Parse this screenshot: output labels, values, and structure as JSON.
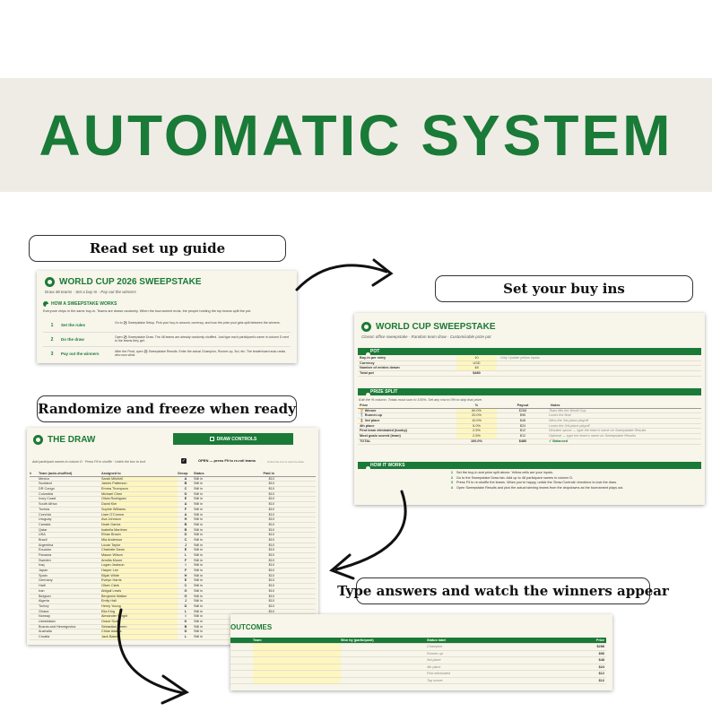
{
  "banner": {
    "title": "AUTOMATIC SYSTEM"
  },
  "labels": {
    "guide": "Read set up guide",
    "buyins": "Set your buy ins",
    "randomize": "Randomize and freeze when ready",
    "answers": "Type answers and watch the winners appear"
  },
  "guide": {
    "title": "WORLD CUP 2026 SWEEPSTAKE",
    "subtitle": "Draw 48 teams · Set a buy-in · Pay out the winners",
    "section": "HOW A SWEEPSTAKE WORKS",
    "intro": "Everyone chips in the same buy-in. Teams are drawn randomly. When the tournament ends, the people holding the top teams split the pot.",
    "steps": [
      {
        "n": "1",
        "t": "Set the rules",
        "d": "Go to ⚽ Sweepstake Setup. Pick your buy-in amount, currency, and how the prize pool gets split between the winners."
      },
      {
        "n": "2",
        "t": "Do the draw",
        "d": "Open ⚽ Sweepstake Draw. The 48 teams are already randomly shuffled. Just type each participant's name in column D next to the teams they get."
      },
      {
        "n": "3",
        "t": "Pay out the winners",
        "d": "After the Final, open ⚽ Sweepstake Results. Enter the actual Champion, Runner-up, 3rd, etc. The leaderboard auto-ranks who won what."
      }
    ]
  },
  "setup": {
    "title": "WORLD CUP SWEEPSTAKE",
    "subtitle": "Classic office sweepstake · Random team draw · Customisable prize pot",
    "pot_header": "POT",
    "pot_rows": [
      {
        "k": "Buy-in per entry",
        "v": "10",
        "note": "Only Update yellow inputs"
      },
      {
        "k": "Currency",
        "v": "USD",
        "note": ""
      },
      {
        "k": "Number of entries drawn",
        "v": "48",
        "note": ""
      },
      {
        "k": "Total pot",
        "v": "$480",
        "note": ""
      }
    ],
    "prize_header": "PRIZE SPLIT",
    "prize_intro": "Edit the % column. Totals must sum to 100%. Set any row to 0% to skip that prize.",
    "prize_cols": [
      "Prize",
      "%",
      "Payout",
      "Notes"
    ],
    "prizes": [
      {
        "p": "🏆 Winner",
        "pct": "60.0%",
        "pay": "$288",
        "n": "Team lifts the World Cup"
      },
      {
        "p": "🥈 Runner-up",
        "pct": "20.0%",
        "pay": "$96",
        "n": "Loses the final"
      },
      {
        "p": "🥉 3rd place",
        "pct": "10.0%",
        "pay": "$48",
        "n": "Wins the 3rd-place playoff"
      },
      {
        "p": "4th place",
        "pct": "5.0%",
        "pay": "$24",
        "n": "Loses the 3rd-place playoff"
      },
      {
        "p": "First team eliminated (booby)",
        "pct": "2.5%",
        "pay": "$12",
        "n": "Wooden spoon — type the team's name on Sweepstake Results"
      },
      {
        "p": "Most goals scored (team)",
        "pct": "2.5%",
        "pay": "$12",
        "n": "Optional — type the team's name on Sweepstake Results"
      },
      {
        "p": "TOTAL",
        "pct": "100.0%",
        "pay": "$480",
        "n": "✓ Balanced"
      }
    ],
    "how_header": "HOW IT WORKS",
    "how": [
      {
        "n": "1",
        "t": "Set the buy-in and prize split above. Yellow cells are your inputs."
      },
      {
        "n": "2",
        "t": "Go to the Sweepstake Draw tab. Add up to 48 participant names in column D."
      },
      {
        "n": "3",
        "t": "Press F9 to re-shuffle the teams. When you're happy, untick the 'Draw Controls' checkbox to lock the draw."
      },
      {
        "n": "4",
        "t": "Open Sweepstake Results and pick the actual winning teams from the dropdowns as the tournament plays out."
      }
    ]
  },
  "draw": {
    "title": "THE DRAW",
    "controls": "DRAW CONTROLS",
    "hint": "Add participant names in column D · Press F9 to shuffle · Untick the box to lock",
    "open": "OPEN — press F9 to re-roll teams",
    "untick": "Untick the box to lock the draw",
    "cols": [
      "#",
      "Team (auto-shuffled)",
      "Assigned to",
      "Group",
      "Status",
      "Paid in"
    ],
    "teams": [
      "Mexico",
      "Scotland",
      "DR Congo",
      "Colombia",
      "Ivory Coast",
      "South Africa",
      "Tunisia",
      "Czechia",
      "Uruguay",
      "Canada",
      "Qatar",
      "USA",
      "Brazil",
      "Argentina",
      "Ecuador",
      "Panama",
      "Sweden",
      "Iraq",
      "Japan",
      "Spain",
      "Germany",
      "Haiti",
      "Iran",
      "Belgium",
      "Algeria",
      "Turkey",
      "Ghana",
      "Norway",
      "Uzbekistan",
      "Bosnia and Herzegovina",
      "Australia",
      "Croatia"
    ],
    "names": [
      "Sarah Mitchell",
      "James Patterson",
      "Emma Thompson",
      "Michael Chen",
      "Olivia Rodriguez",
      "David Kim",
      "Sophie Williams",
      "Liam O'Connor",
      "Ava Johnson",
      "Noah Garcia",
      "Isabella Martinez",
      "Ethan Brown",
      "Mia Anderson",
      "Lucas Taylor",
      "Charlotte Davis",
      "Mason Wilson",
      "Amelia Moore",
      "Logan Jackson",
      "Harper Lee",
      "Elijah White",
      "Evelyn Harris",
      "Oliver Clark",
      "Abigail Lewis",
      "Benjamin Walker",
      "Emily Hall",
      "Henry Young",
      "Ella King",
      "Alexander Wright",
      "Grace Scott",
      "Sebastian Green",
      "Chloe Adams",
      "Jack Baker"
    ],
    "groups": [
      "A",
      "B",
      "C",
      "D",
      "E",
      "A",
      "F",
      "A",
      "H",
      "B",
      "B",
      "D",
      "C",
      "J",
      "E",
      "L",
      "F",
      "I",
      "F",
      "H",
      "E",
      "C",
      "G",
      "G",
      "J",
      "D",
      "L",
      "I",
      "K",
      "B",
      "D",
      "L"
    ],
    "status": "Still in",
    "paid": "$10"
  },
  "results": {
    "title": "OUTCOMES",
    "cols": [
      "Team",
      "Won by (participant)",
      "Status label",
      "Prize"
    ],
    "rows": [
      {
        "l": "Champion",
        "p": "$288"
      },
      {
        "l": "Runner-up",
        "p": "$96"
      },
      {
        "l": "3rd place",
        "p": "$48"
      },
      {
        "l": "4th place",
        "p": "$24"
      },
      {
        "l": "First eliminated",
        "p": "$12"
      },
      {
        "l": "Top scorer",
        "p": "$12"
      }
    ]
  },
  "colors": {
    "accent": "#1a7a37",
    "sheet_bg": "#f8f5ea",
    "input": "#fdf6bf",
    "banner_bg": "#efece6"
  }
}
